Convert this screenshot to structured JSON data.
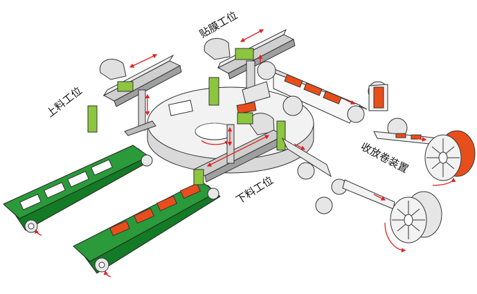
{
  "labels": {
    "film_station": "贴膜工位",
    "loading_station": "上料工位",
    "unloading_station": "下料工位",
    "reel_device": "收放卷装置"
  },
  "colors": {
    "belt_green": "#2a9a3a",
    "belt_dark": "#137a25",
    "gripper_green": "#8cc63e",
    "workpiece_orange": "#e84e1b",
    "arrow_red": "#e02020",
    "metal_gray": "#d6d6d6",
    "outline": "#333333"
  },
  "icons": {
    "motion_arrow": "red-arrow-icon",
    "reel": "film-reel-icon"
  }
}
